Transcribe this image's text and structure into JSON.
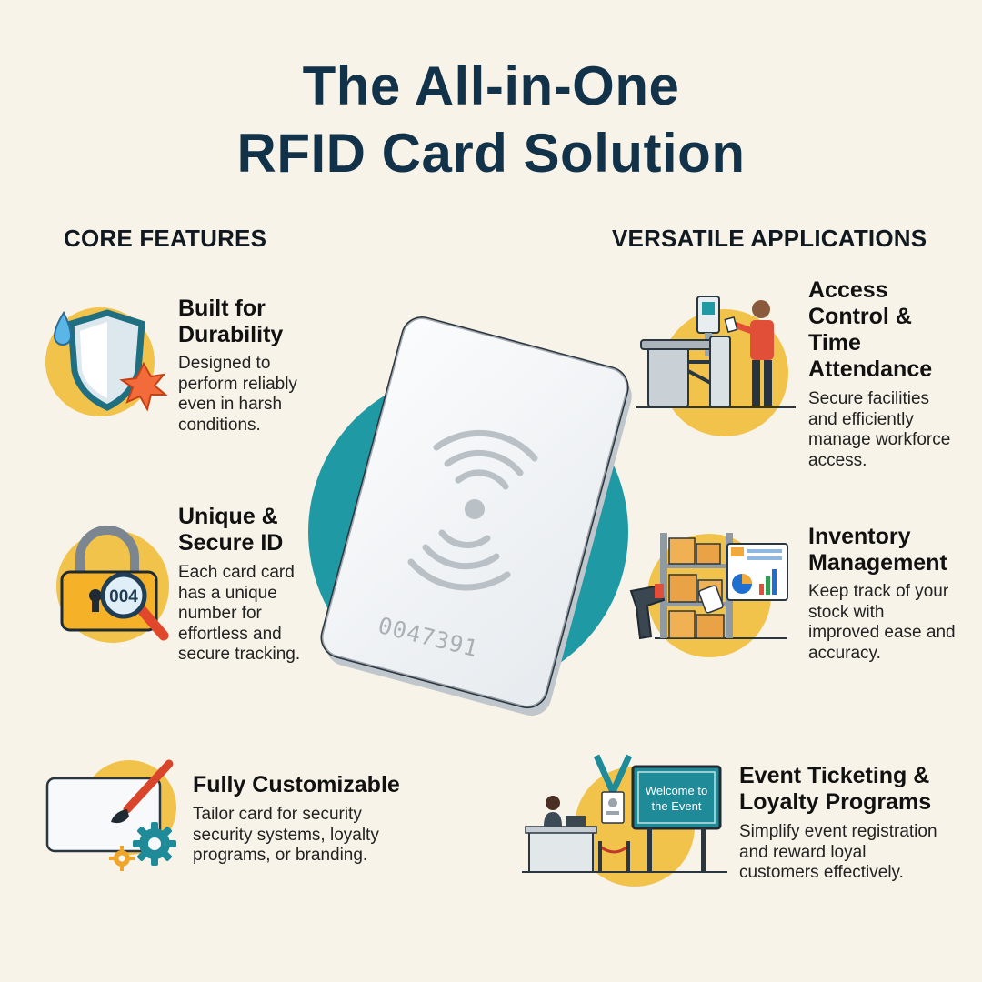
{
  "title": {
    "line1": "The All-in-One",
    "line2": "RFID Card Solution"
  },
  "colors": {
    "background": "#f7f3e8",
    "title": "#12324a",
    "accent_yellow": "#f2c34b",
    "accent_teal": "#1f9aa5",
    "card": "#f4f6f8"
  },
  "core_features": {
    "heading": "CORE FEATURES",
    "items": [
      {
        "icon": "shield-durability-icon",
        "title": [
          "Built for",
          "Durability"
        ],
        "desc": [
          "Designed to",
          "perform reliably",
          "even in harsh",
          "conditions."
        ]
      },
      {
        "icon": "padlock-id-icon",
        "title": [
          "Unique &",
          "Secure ID"
        ],
        "desc": [
          "Each card card",
          "has a unique",
          "number for",
          "effortless and",
          "secure tracking."
        ],
        "badge": "004"
      },
      {
        "icon": "customize-card-icon",
        "title": [
          "Fully Customizable"
        ],
        "desc": [
          "Tailor card for security",
          "security systems, loyalty",
          "programs, or branding."
        ]
      }
    ]
  },
  "applications": {
    "heading": "VERSATILE APPLICATIONS",
    "items": [
      {
        "icon": "turnstile-access-icon",
        "title": [
          "Access",
          "Control &",
          "Time",
          "Attendance"
        ],
        "desc": [
          "Secure facilities",
          "and efficiently",
          "manage workforce",
          "access."
        ]
      },
      {
        "icon": "warehouse-inventory-icon",
        "title": [
          "Inventory",
          "Management"
        ],
        "desc": [
          "Keep track of your",
          "stock with",
          "improved ease and",
          "accuracy."
        ]
      },
      {
        "icon": "event-ticketing-icon",
        "title": [
          "Event Ticketing &",
          "Loyalty Programs"
        ],
        "desc": [
          "Simplify event registration",
          "and reward loyal",
          "customers effectively."
        ],
        "sign": [
          "Welcome to",
          "the Event"
        ]
      }
    ]
  },
  "card": {
    "number": "0047391",
    "icon": "contactless-wave-icon"
  }
}
